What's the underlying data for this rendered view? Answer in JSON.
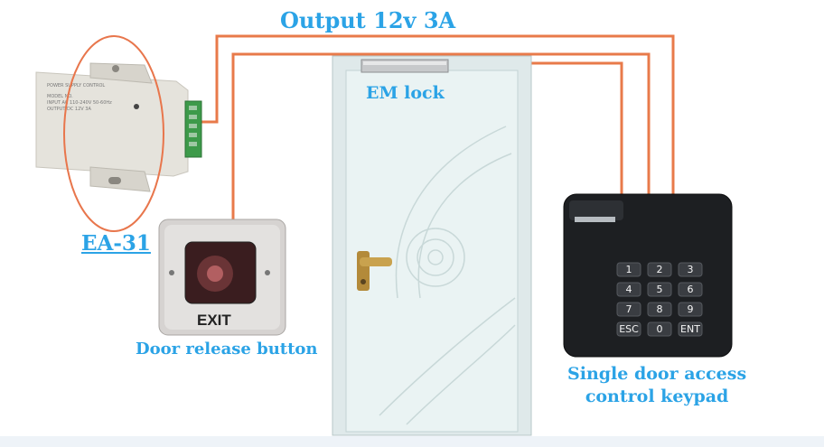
{
  "title": "Output 12v 3A",
  "em_lock_label": "EM lock",
  "power_supply_label": "EA-31",
  "door_button_label": "Door release button",
  "keypad_label_line1": "Single door access",
  "keypad_label_line2": "control keypad",
  "exit_text": "EXIT",
  "power_supply_text": [
    "POWER SUPPLY CONTROL",
    "MODEL NO.",
    "INPUT AC 110-240V 50-60Hz",
    "OUTPUT DC 12V 3A"
  ],
  "keypad_keys": [
    "1",
    "2",
    "3",
    "4",
    "5",
    "6",
    "7",
    "8",
    "9",
    "ESC",
    "0",
    "ENT"
  ],
  "colors": {
    "label_blue": "#2ba3e6",
    "wire_orange": "#e87a4a",
    "door_white": "#eaf3f3",
    "keypad_black": "#1d1f22",
    "ellipse_orange": "#e8764c",
    "terminal_green": "#3d9a4a"
  }
}
